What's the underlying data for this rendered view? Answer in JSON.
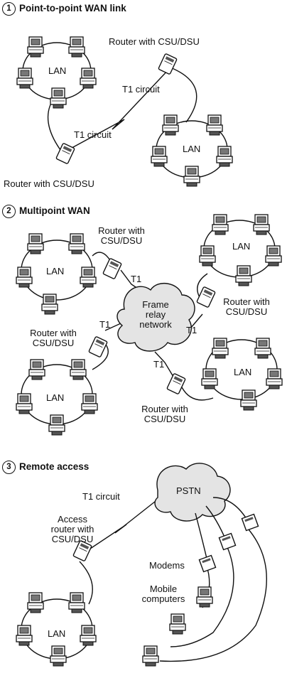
{
  "sections": [
    {
      "number": "1",
      "title": "Point-to-point WAN link",
      "labels": {
        "lan_a": "LAN",
        "lan_b": "LAN",
        "router_top": "Router with CSU/DSU",
        "router_bottom": "Router with CSU/DSU",
        "circuit_upper": "T1 circuit",
        "circuit_lower": "T1 circuit"
      }
    },
    {
      "number": "2",
      "title": "Multipoint WAN",
      "labels": {
        "lan_tl": "LAN",
        "lan_tr": "LAN",
        "lan_bl": "LAN",
        "lan_br": "LAN",
        "router_tl": [
          "Router with",
          "CSU/DSU"
        ],
        "router_tr": [
          "Router with",
          "CSU/DSU"
        ],
        "router_l": [
          "Router with",
          "CSU/DSU"
        ],
        "router_b": [
          "Router with",
          "CSU/DSU"
        ],
        "cloud": [
          "Frame",
          "relay",
          "network"
        ],
        "t1_top": "T1",
        "t1_left": "T1",
        "t1_right": "T1",
        "t1_bottom": "T1"
      }
    },
    {
      "number": "3",
      "title": "Remote access",
      "labels": {
        "circuit": "T1 circuit",
        "access_router": [
          "Access",
          "router with",
          "CSU/DSU"
        ],
        "cloud": "PSTN",
        "modems": "Modems",
        "mobile": [
          "Mobile",
          "computers"
        ],
        "lan": "LAN"
      }
    }
  ],
  "icons": [
    "computer-icon",
    "router-icon",
    "modem-icon",
    "cloud-icon",
    "lightning-circuit-icon"
  ]
}
